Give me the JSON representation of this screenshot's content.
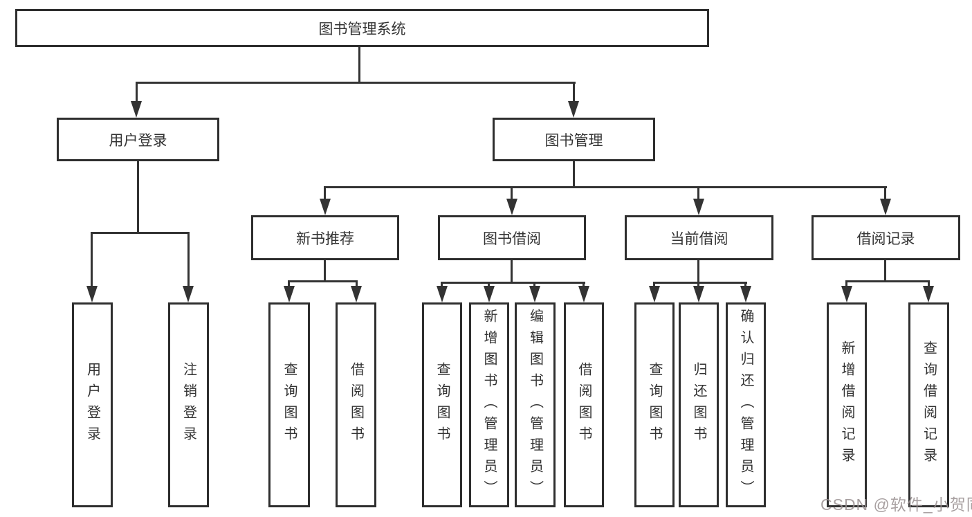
{
  "tree": {
    "label": "图书管理系统",
    "children": [
      {
        "label": "用户登录",
        "children": [
          {
            "label": "用户登录"
          },
          {
            "label": "注销登录"
          }
        ]
      },
      {
        "label": "图书管理",
        "children": [
          {
            "label": "新书推荐",
            "children": [
              {
                "label": "查询图书"
              },
              {
                "label": "借阅图书"
              }
            ]
          },
          {
            "label": "图书借阅",
            "children": [
              {
                "label": "查询图书"
              },
              {
                "label": "新增图书（管理员）"
              },
              {
                "label": "编辑图书（管理员）"
              },
              {
                "label": "借阅图书"
              }
            ]
          },
          {
            "label": "当前借阅",
            "children": [
              {
                "label": "查询图书"
              },
              {
                "label": "归还图书"
              },
              {
                "label": "确认归还（管理员）"
              }
            ]
          },
          {
            "label": "借阅记录",
            "children": [
              {
                "label": "新增借阅记录"
              },
              {
                "label": "查询借阅记录"
              }
            ]
          }
        ]
      }
    ]
  },
  "watermark": "CSDN @软件_小贺同学",
  "colors": {
    "line": "#333333",
    "box_border": "#2e2e2e",
    "box_background": "#ffffff",
    "text": "#333333",
    "watermark": "#999091"
  }
}
